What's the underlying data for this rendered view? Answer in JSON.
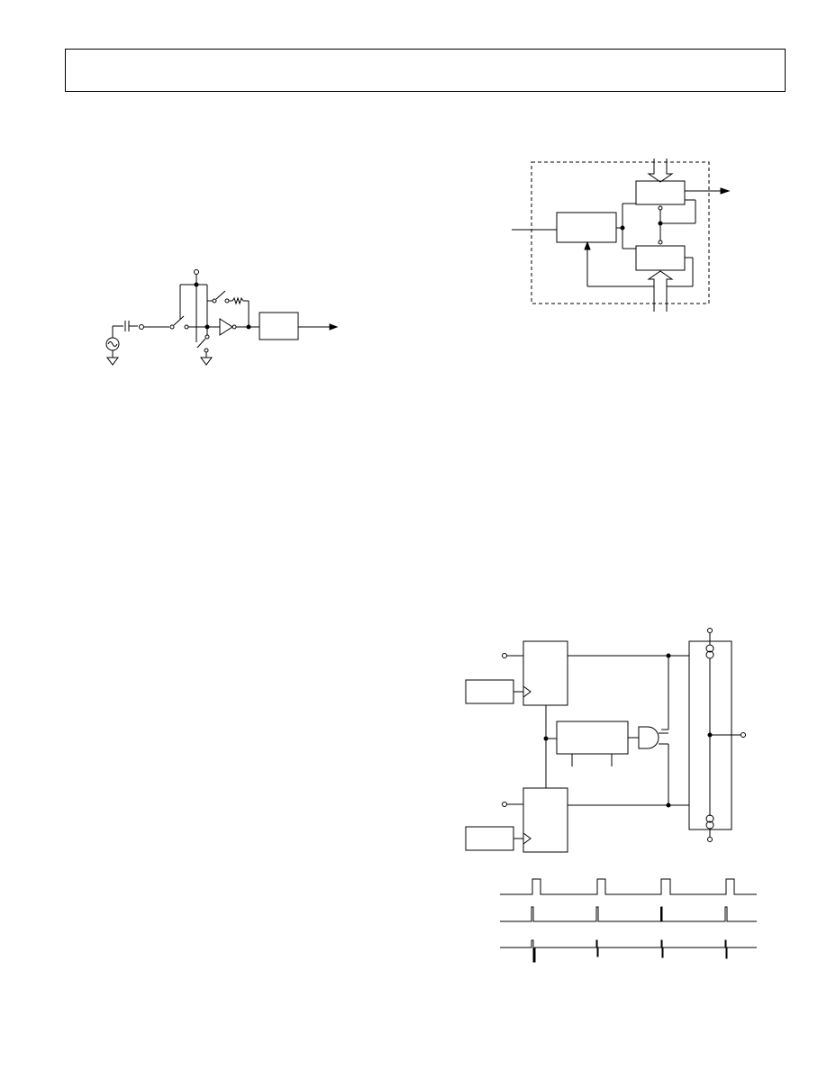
{
  "page": {
    "header_box": "",
    "figures": [
      "sample-and-hold-input-circuit",
      "pll-block-diagram",
      "charge-pump-phase-detector-diagram",
      "charge-pump-timing-diagram"
    ]
  },
  "colors": {
    "ink": "#000000",
    "paper": "#ffffff"
  },
  "icons": [
    "ac-source-icon",
    "ground-icon",
    "switch-icon",
    "capacitor-icon",
    "resistor-icon",
    "buffer-amp-icon",
    "and-gate-icon",
    "current-source-icon"
  ]
}
